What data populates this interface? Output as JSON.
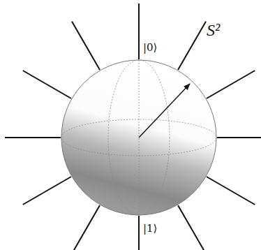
{
  "diagram": {
    "labels": [
      "|0⟩",
      "S²",
      "|1⟩"
    ]
  }
}
